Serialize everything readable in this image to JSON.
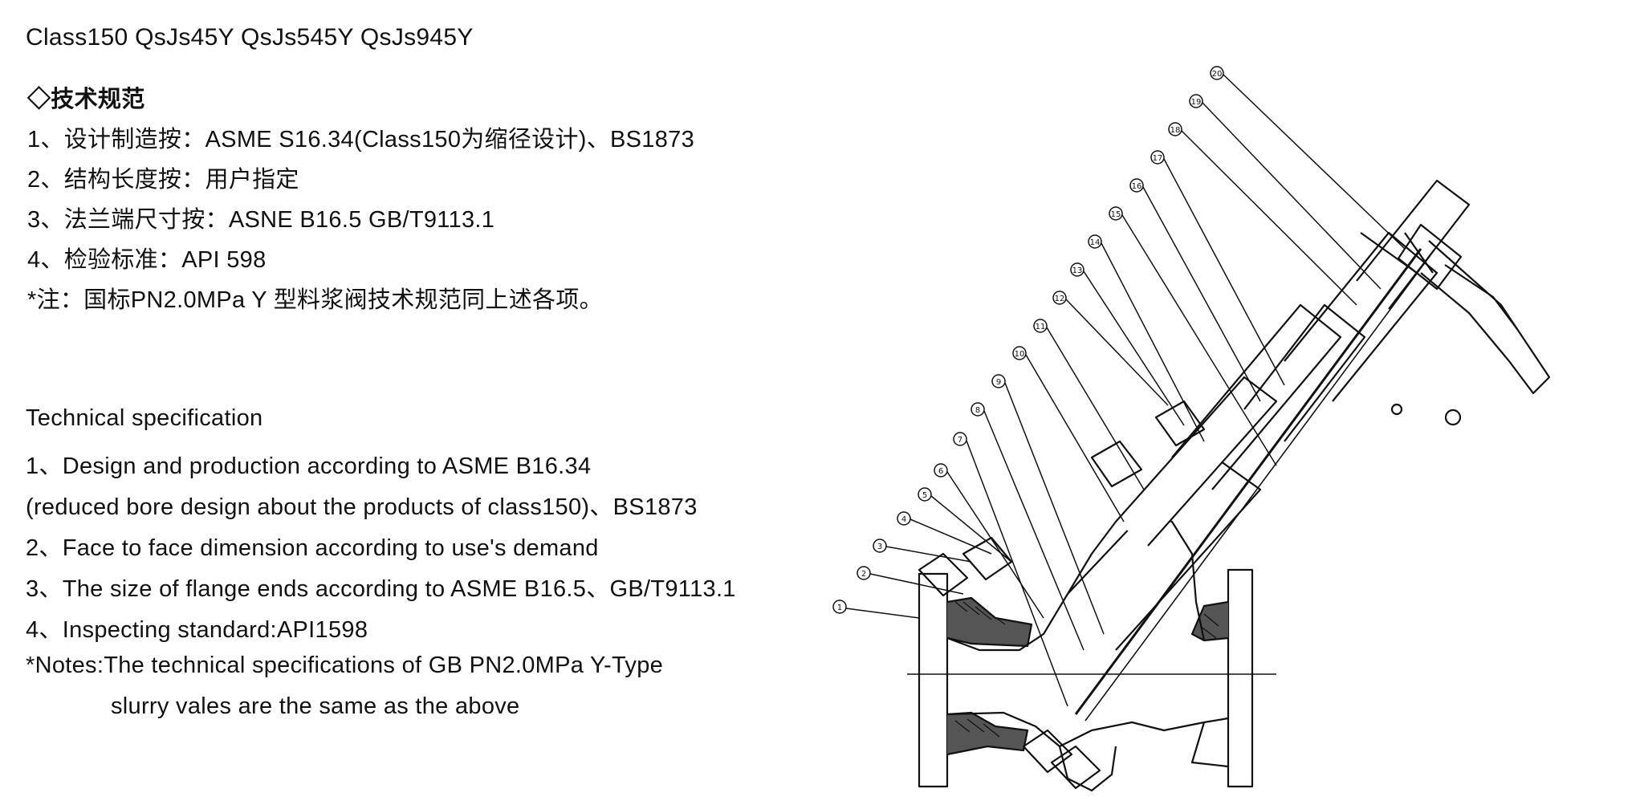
{
  "title": "Class150 QsJs45Y QsJs545Y QsJs945Y",
  "cn": {
    "heading": "◇技术规范",
    "lines": [
      "1、设计制造按：ASME S16.34(Class150为缩径设计)、BS1873",
      "2、结构长度按：用户指定",
      "3、法兰端尺寸按：ASNE B16.5 GB/T9113.1",
      "4、检验标准：API 598",
      "*注：国标PN2.0MPa Y 型料浆阀技术规范同上述各项。"
    ]
  },
  "en": {
    "heading": "Technical specification",
    "lines": [
      "1、Design and production according to ASME B16.34",
      "(reduced bore design about the products of class150)、BS1873",
      "2、Face to face dimension according to use's demand",
      "3、The size of flange ends according to ASME B16.5、GB/T9113.1",
      "4、Inspecting standard:API1598",
      "*Notes:The technical specifications of GB PN2.0MPa Y-Type"
    ],
    "note_cont": "slurry vales are the same as the above"
  },
  "diagram": {
    "callouts": [
      "1",
      "2",
      "3",
      "4",
      "5",
      "6",
      "7",
      "8",
      "9",
      "10",
      "11",
      "12",
      "13",
      "14",
      "15",
      "16",
      "17",
      "18",
      "19",
      "20"
    ]
  }
}
